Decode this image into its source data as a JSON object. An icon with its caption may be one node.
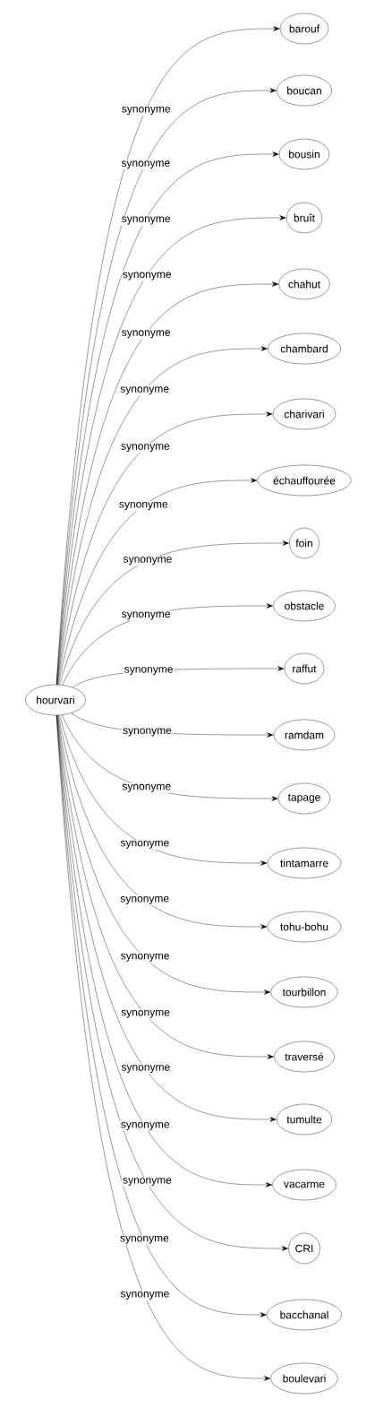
{
  "diagram": {
    "nodes": [
      {
        "text": [
          "hourvari"
        ]
      },
      {
        "text": [
          "barouf"
        ]
      },
      {
        "text": [
          "boucan"
        ]
      },
      {
        "text": [
          "bousin"
        ]
      },
      {
        "text": [
          "bruît"
        ]
      },
      {
        "text": [
          "chahut"
        ]
      },
      {
        "text": [
          "chambard"
        ]
      },
      {
        "text": [
          "charivari"
        ]
      },
      {
        "text": [
          "échauffourée"
        ]
      },
      {
        "text": [
          "foin"
        ]
      },
      {
        "text": [
          "obstacle"
        ]
      },
      {
        "text": [
          "raffut"
        ]
      },
      {
        "text": [
          "ramdam"
        ]
      },
      {
        "text": [
          "tapage"
        ]
      },
      {
        "text": [
          "tintamarre"
        ]
      },
      {
        "text": [
          "tohu-bohu"
        ]
      },
      {
        "text": [
          "tourbillon"
        ]
      },
      {
        "text": [
          "traversé"
        ]
      },
      {
        "text": [
          "tumulte"
        ]
      },
      {
        "text": [
          "vacarme"
        ]
      },
      {
        "text": [
          "CRI"
        ]
      },
      {
        "text": [
          "bacchanal"
        ]
      },
      {
        "text": [
          "boulevari"
        ]
      }
    ],
    "edges": [
      {
        "from": 0,
        "to": 1,
        "arrow": "to",
        "label": "synonyme"
      },
      {
        "from": 0,
        "to": 2,
        "arrow": "to",
        "label": "synonyme"
      },
      {
        "from": 0,
        "to": 3,
        "arrow": "to",
        "label": "synonyme"
      },
      {
        "from": 0,
        "to": 4,
        "arrow": "to",
        "label": "synonyme"
      },
      {
        "from": 0,
        "to": 5,
        "arrow": "to",
        "label": "synonyme"
      },
      {
        "from": 0,
        "to": 6,
        "arrow": "to",
        "label": "synonyme"
      },
      {
        "from": 0,
        "to": 7,
        "arrow": "to",
        "label": "synonyme"
      },
      {
        "from": 0,
        "to": 8,
        "arrow": "to",
        "label": "synonyme"
      },
      {
        "from": 0,
        "to": 9,
        "arrow": "to",
        "label": "synonyme"
      },
      {
        "from": 0,
        "to": 10,
        "arrow": "to",
        "label": "synonyme"
      },
      {
        "from": 0,
        "to": 11,
        "arrow": "to",
        "label": "synonyme"
      },
      {
        "from": 0,
        "to": 12,
        "arrow": "to",
        "label": "synonyme"
      },
      {
        "from": 0,
        "to": 13,
        "arrow": "to",
        "label": "synonyme"
      },
      {
        "from": 0,
        "to": 14,
        "arrow": "to",
        "label": "synonyme"
      },
      {
        "from": 0,
        "to": 15,
        "arrow": "to",
        "label": "synonyme"
      },
      {
        "from": 0,
        "to": 16,
        "arrow": "to",
        "label": "synonyme"
      },
      {
        "from": 0,
        "to": 17,
        "arrow": "to",
        "label": "synonyme"
      },
      {
        "from": 0,
        "to": 18,
        "arrow": "to",
        "label": "synonyme"
      },
      {
        "from": 0,
        "to": 19,
        "arrow": "to",
        "label": "synonyme"
      },
      {
        "from": 0,
        "to": 20,
        "arrow": "to",
        "label": "synonyme"
      },
      {
        "from": 0,
        "to": 21,
        "arrow": "to",
        "label": "synonyme"
      },
      {
        "from": 0,
        "to": 22,
        "arrow": "to",
        "label": "synonyme"
      }
    ]
  }
}
